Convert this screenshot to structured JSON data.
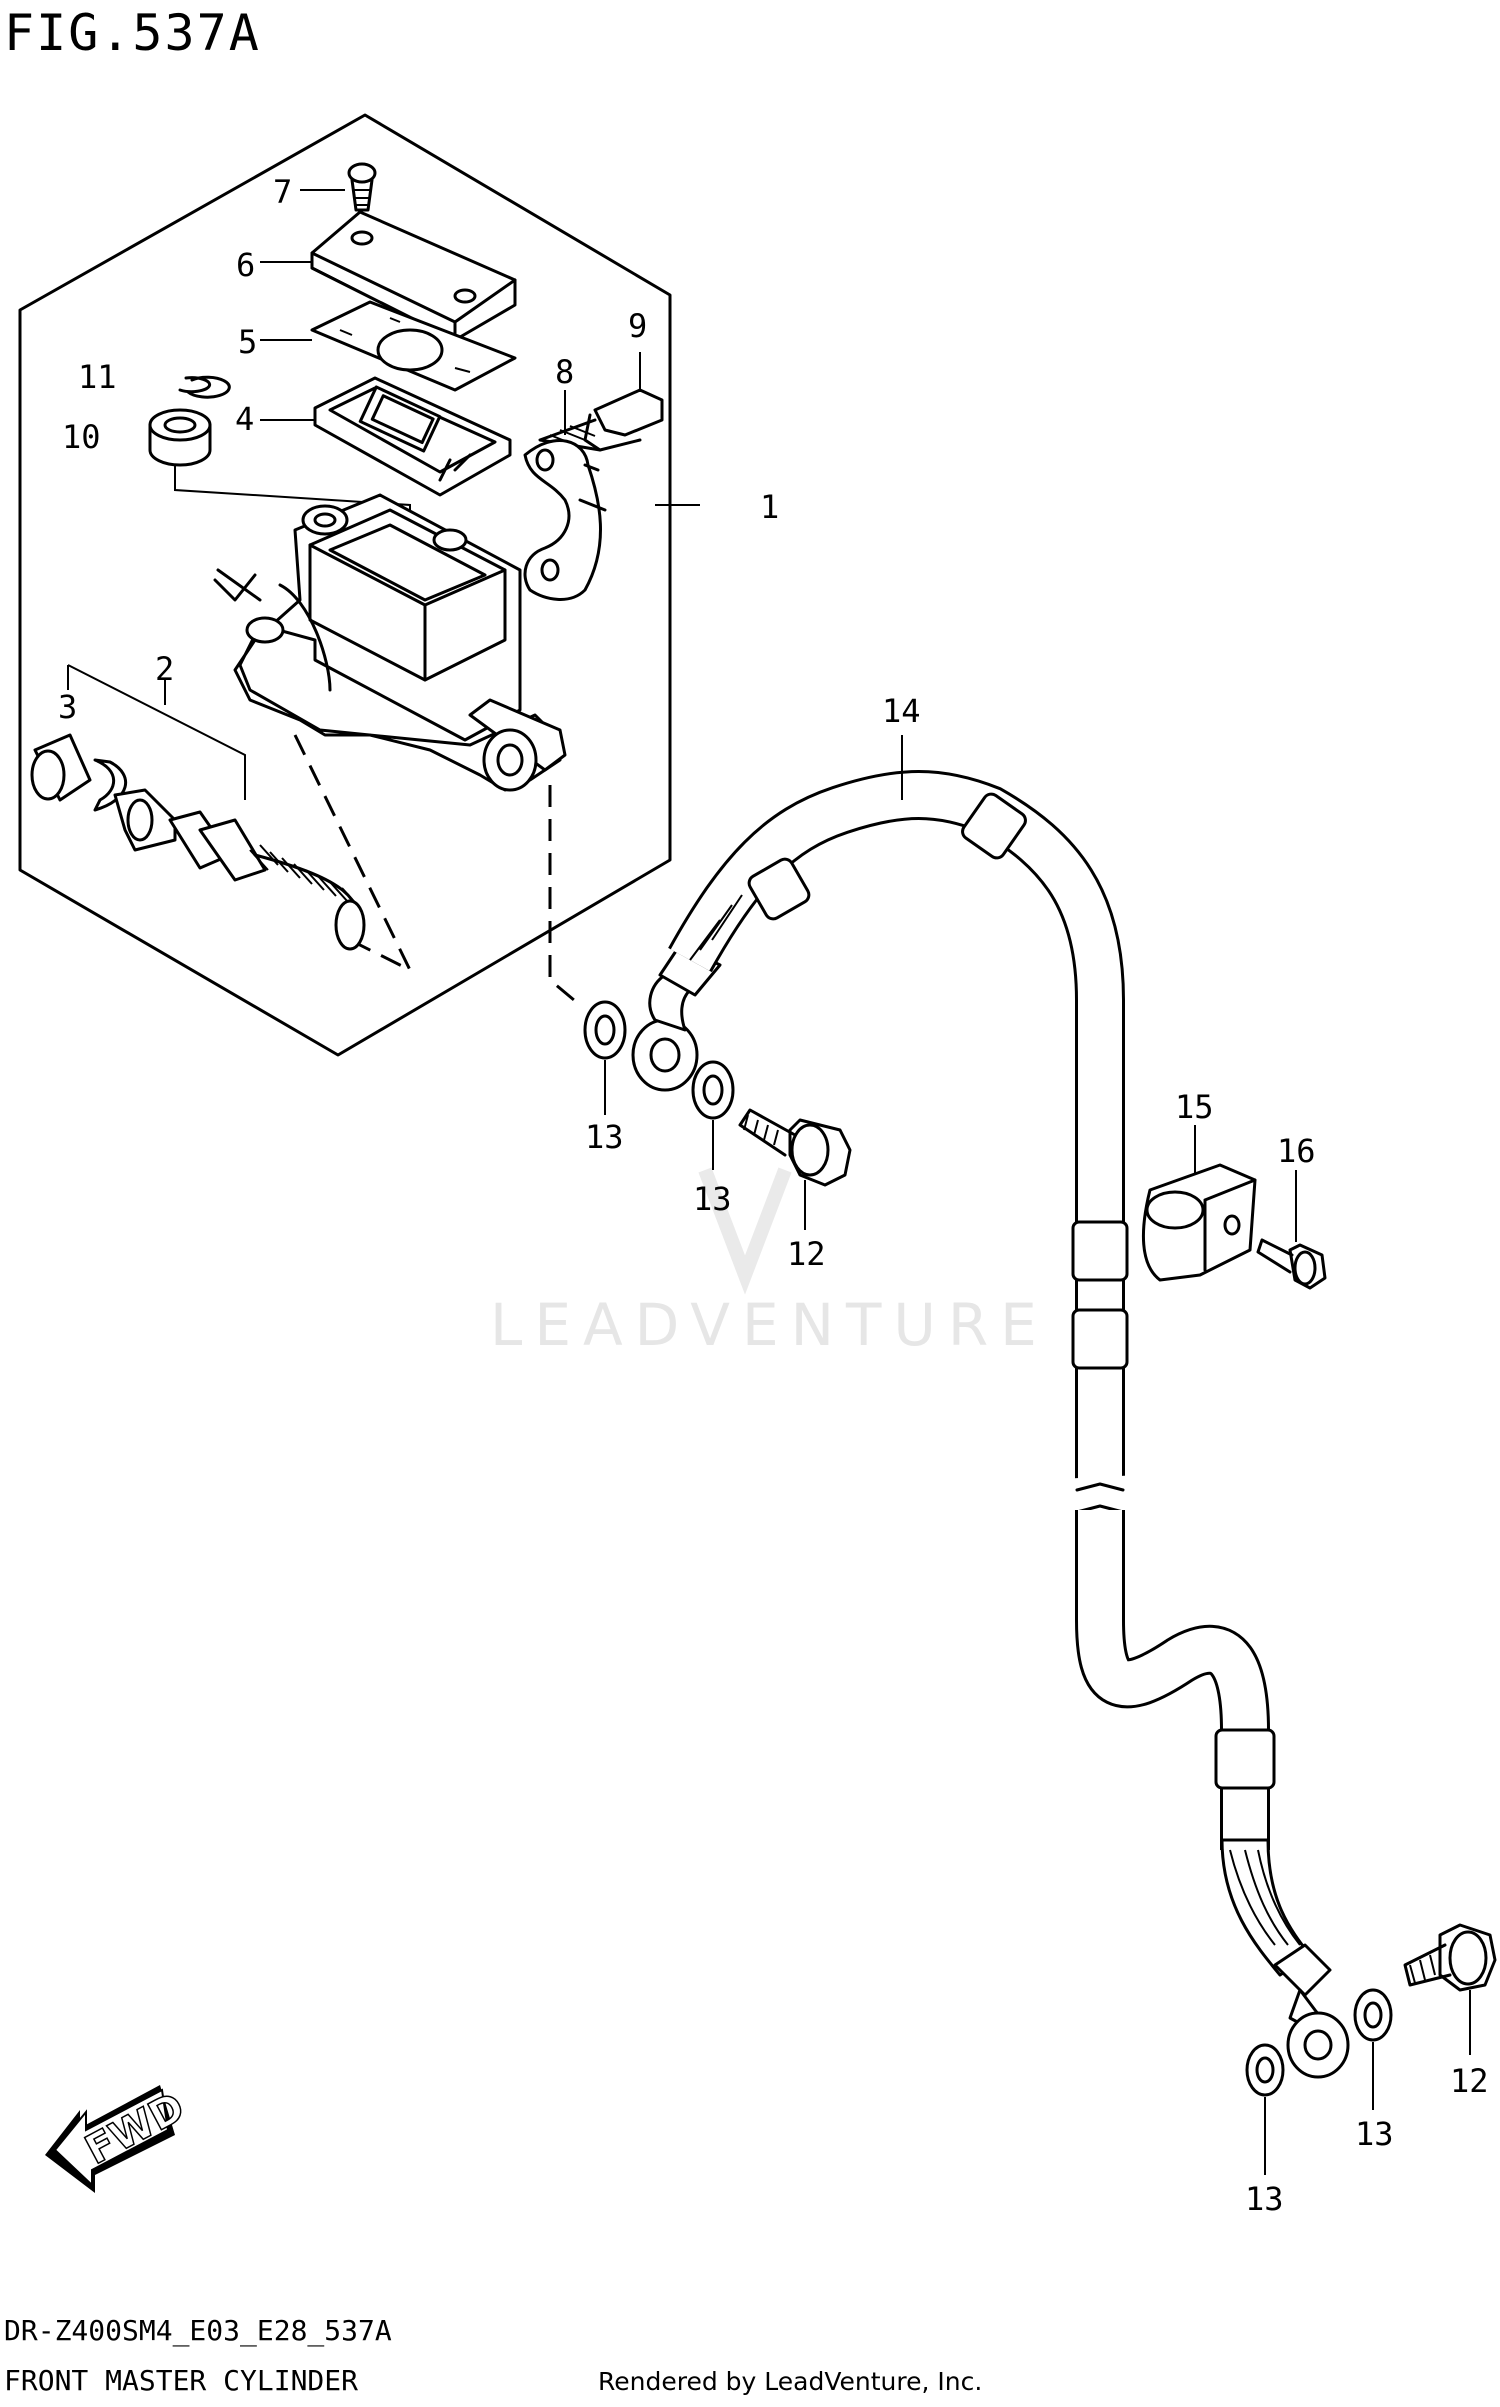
{
  "figure": {
    "title": "FIG.537A",
    "model_code": "DR-Z400SM4_E03_E28_537A",
    "section_name": "FRONT MASTER CYLINDER",
    "render_credit": "Rendered by LeadVenture, Inc.",
    "watermark": "LEADVENTURE"
  },
  "direction_arrow": {
    "label": "FWD"
  },
  "callouts": {
    "c1": "1",
    "c2": "2",
    "c3": "3",
    "c4": "4",
    "c5": "5",
    "c6": "6",
    "c7": "7",
    "c8": "8",
    "c9": "9",
    "c10": "10",
    "c11": "11",
    "c12a": "12",
    "c12b": "12",
    "c13a": "13",
    "c13b": "13",
    "c13c": "13",
    "c13d": "13",
    "c14": "14",
    "c15": "15",
    "c16": "16"
  }
}
